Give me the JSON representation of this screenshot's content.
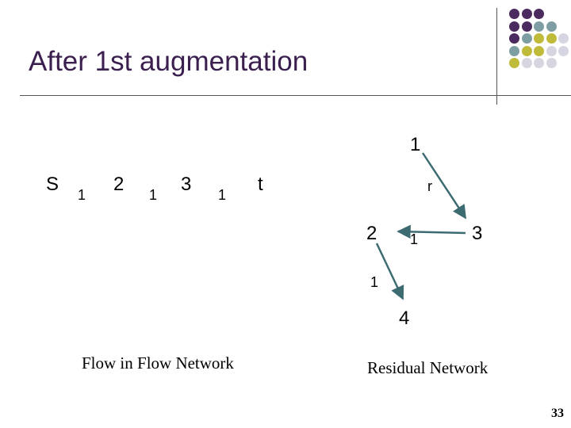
{
  "slide": {
    "title": "After 1st augmentation",
    "page_number": "33"
  },
  "flow_network": {
    "caption": "Flow in Flow Network",
    "nodes": [
      "S",
      "2",
      "3",
      "t"
    ],
    "edge_labels": [
      "1",
      "1",
      "1"
    ]
  },
  "residual_network": {
    "caption": "Residual Network",
    "nodes": [
      "1",
      "2",
      "3",
      "4"
    ],
    "edge_labels": [
      "r",
      "1",
      "1"
    ]
  },
  "decoration": {
    "colors": {
      "purple": "#4a2a5f",
      "teal": "#7f9ea3",
      "olive": "#c0bb38",
      "light": "#d6d5e2"
    },
    "dot_grid": [
      [
        "purple",
        "purple",
        "purple",
        null,
        null
      ],
      [
        "purple",
        "purple",
        "teal",
        "teal",
        null
      ],
      [
        "purple",
        "teal",
        "olive",
        "olive",
        "light"
      ],
      [
        "teal",
        "olive",
        "olive",
        "light",
        "light"
      ],
      [
        "olive",
        "light",
        "light",
        "light",
        null
      ]
    ]
  }
}
